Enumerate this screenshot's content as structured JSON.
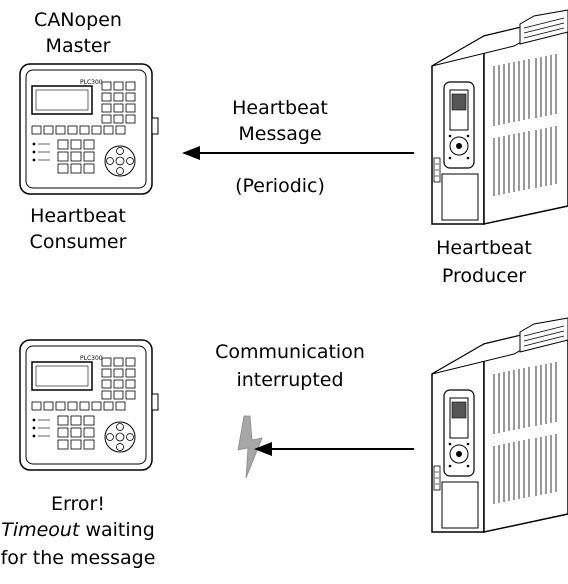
{
  "top": {
    "master_title_line1": "CANopen",
    "master_title_line2": "Master",
    "consumer_line1": "Heartbeat",
    "consumer_line2": "Consumer",
    "message_line1": "Heartbeat",
    "message_line2": "Message",
    "periodic": "(Periodic)",
    "producer_line1": "Heartbeat",
    "producer_line2": "Producer"
  },
  "bottom": {
    "comm_line1": "Communication",
    "comm_line2": "interrupted",
    "error_line1": "Error!",
    "timeout_word": "Timeout",
    "timeout_rest": " waiting",
    "error_line3": "for the message"
  },
  "device_brand": "PLC300",
  "colors": {
    "lightning": "#a7a7a7",
    "line": "#000000"
  }
}
